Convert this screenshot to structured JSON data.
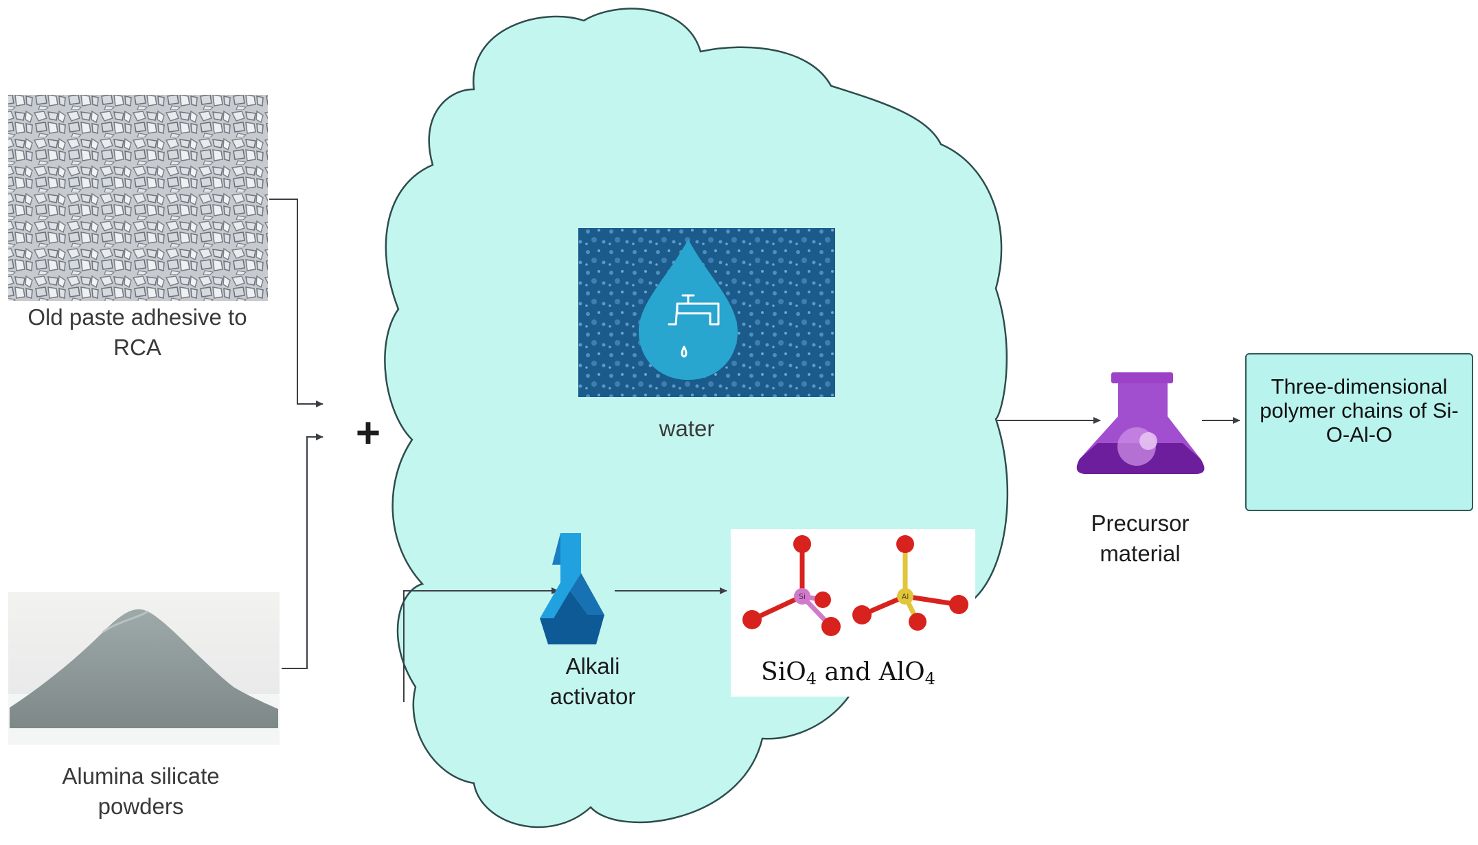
{
  "labels": {
    "rca": "Old paste adhesive to RCA",
    "powder": "Alumina silicate powders",
    "water": "water",
    "activator": "Alkali activator",
    "precursor": "Precursor material",
    "product": "Three-dimensional polymer chains of Si-O-Al-O",
    "plus": "+"
  },
  "formula": {
    "si": "SiO",
    "and": " and ",
    "al": "AlO",
    "subscript": "4"
  },
  "molecule_atoms": {
    "si": "Si",
    "al": "Al"
  },
  "icons": [
    "gravel-photo",
    "water-drop-faucet-icon",
    "alkali-flask-icon",
    "tetrahedra-molecule-icons",
    "precursor-flask-icon",
    "powder-photo"
  ],
  "colors": {
    "cloud_fill": "#c4f6f0",
    "box_fill": "#b9f3ee",
    "water_panel": "#1a5888",
    "flask_purple": "#8e35b8",
    "activator_blue": "#1b8bd0",
    "oxygen_red": "#d8221d",
    "silicon_pink": "#d07bc9",
    "aluminum_yellow": "#e1c53a"
  }
}
